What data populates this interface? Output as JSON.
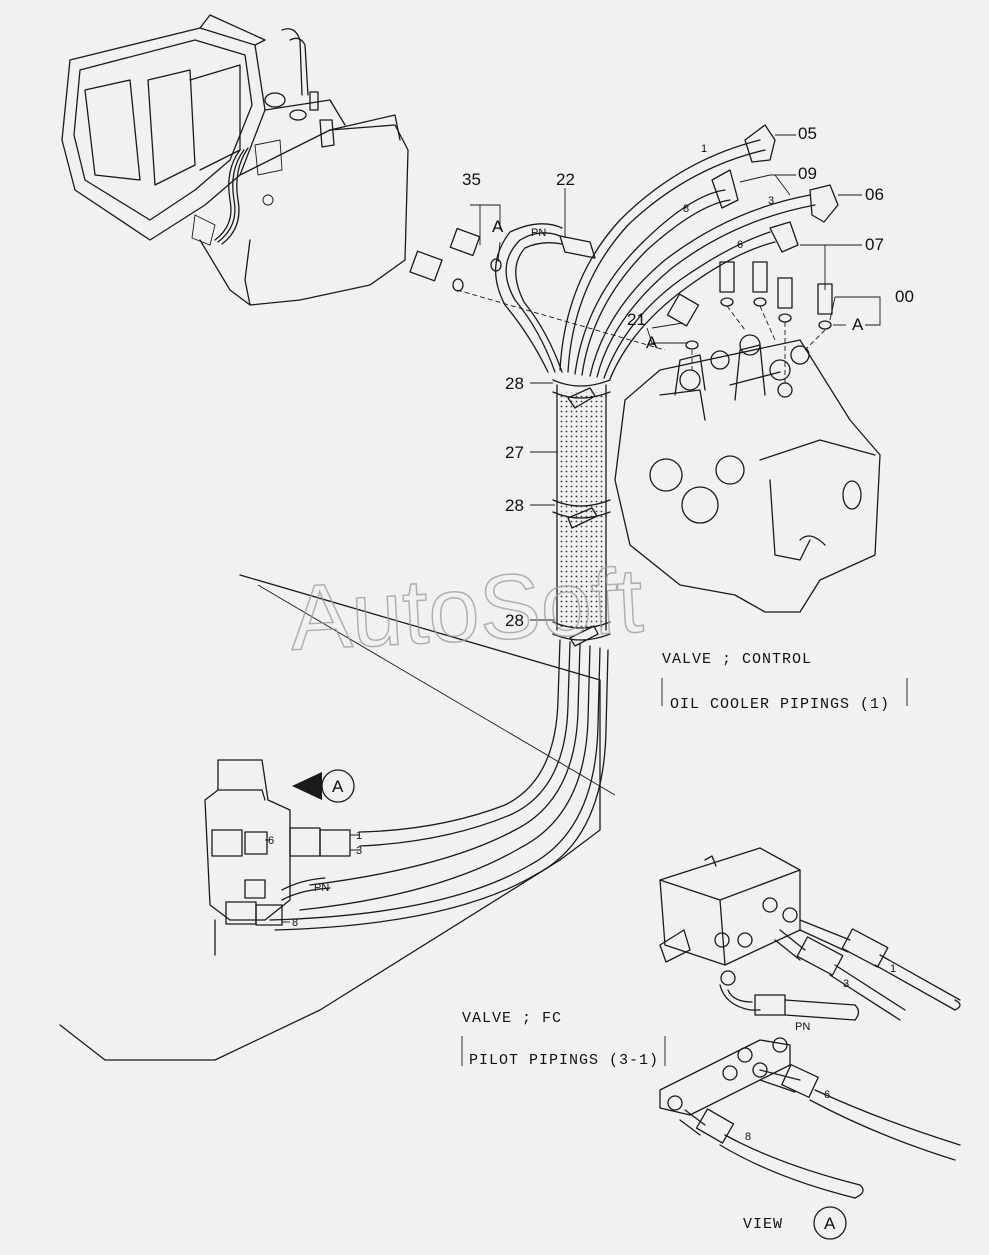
{
  "part_numbers": {
    "p05": "05",
    "p09": "09",
    "p06": "06",
    "p07": "07",
    "p00": "00",
    "p35": "35",
    "p22": "22",
    "p21": "21",
    "p28a": "28",
    "p27": "27",
    "p28b": "28",
    "p28c": "28"
  },
  "ref_letter": "A",
  "hose_codes": {
    "h1": "1",
    "h3": "3",
    "h6": "6",
    "h8": "8",
    "pn": "PN"
  },
  "control_valve_ref": {
    "line1": "VALVE ; CONTROL",
    "line2": "OIL  COOLER  PIPINGS (1)"
  },
  "fc_valve_ref": {
    "line1": "VALVE ; FC",
    "line2": "PILOT  PIPINGS (3-1)"
  },
  "view_label": {
    "word": "VIEW",
    "letter": "A"
  },
  "watermark": "AutoSoft",
  "colors": {
    "background": "#f1f1f1",
    "line": "#1a1a1a",
    "watermark": "#9a9a9a"
  }
}
